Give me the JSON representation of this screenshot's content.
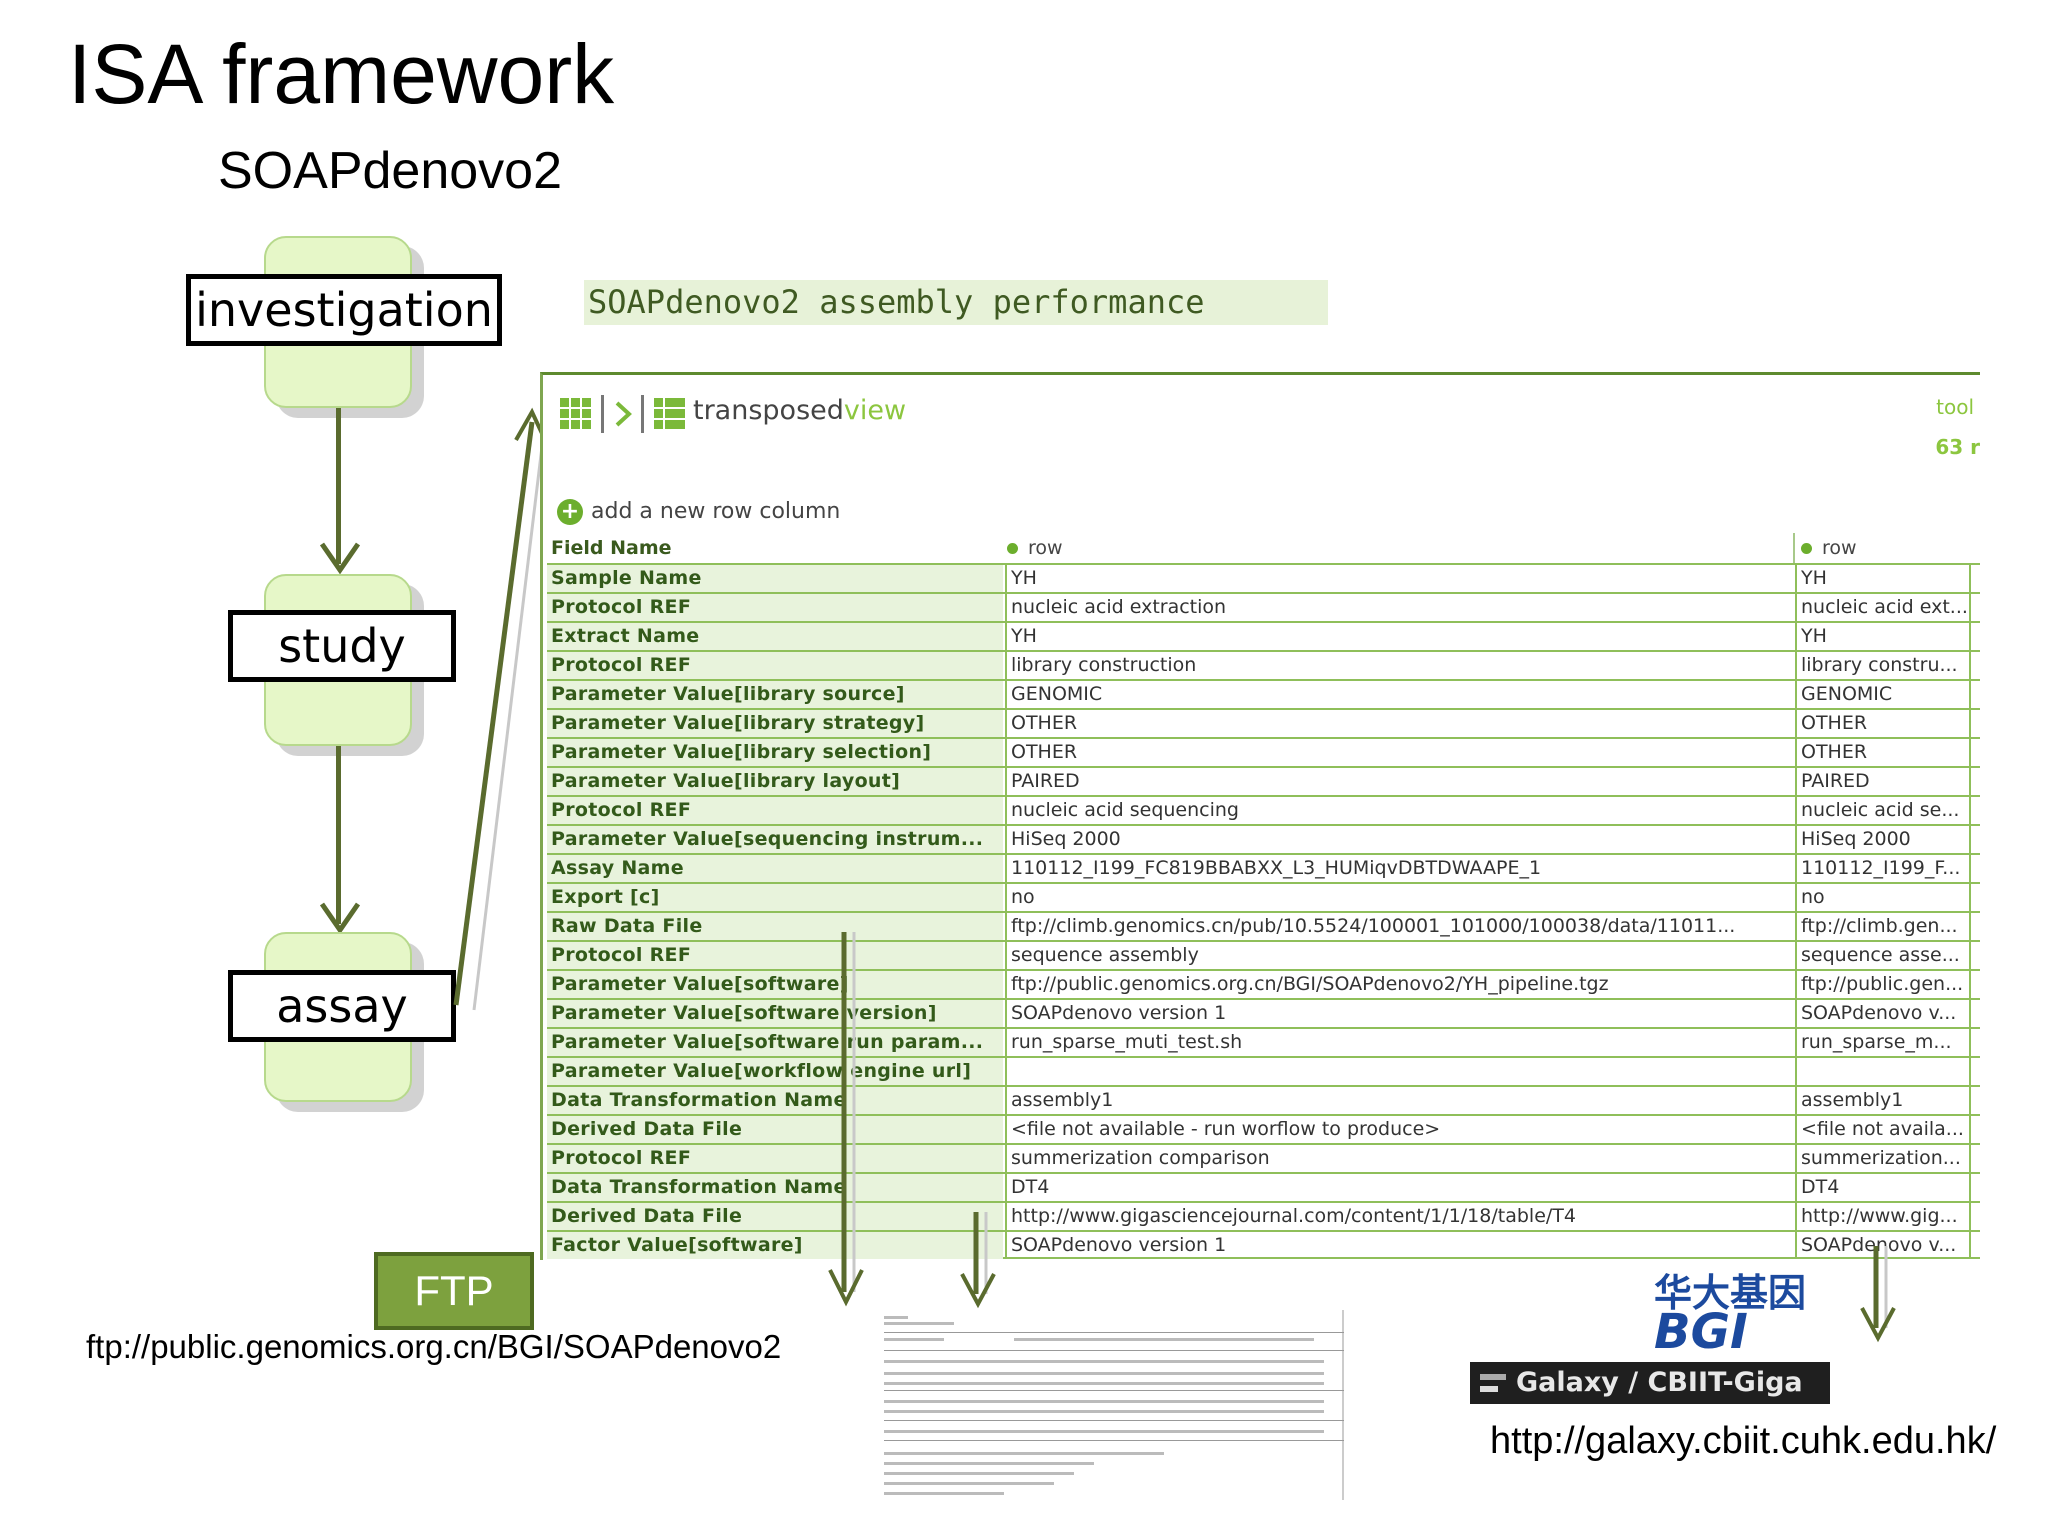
{
  "slide": {
    "title": "ISA framework",
    "subtitle": "SOAPdenovo2"
  },
  "isa": {
    "investigation": "investigation",
    "study": "study",
    "assay": "assay"
  },
  "table_title": "SOAPdenovo2 assembly performance",
  "app": {
    "view_name_prefix": "transposed",
    "view_name_accent": "view",
    "tool_link": "tool",
    "rows_count": "63 r",
    "add_row_label": "add a new row column",
    "header": {
      "field_name": "Field Name",
      "row1": "row",
      "row2": "row"
    },
    "rows": [
      {
        "field": "Sample Name",
        "v1": "YH",
        "v2": "YH"
      },
      {
        "field": "Protocol REF",
        "v1": "nucleic acid extraction",
        "v2": "nucleic acid ext..."
      },
      {
        "field": "Extract Name",
        "v1": "YH",
        "v2": "YH"
      },
      {
        "field": "Protocol REF",
        "v1": "library construction",
        "v2": "library constru..."
      },
      {
        "field": "Parameter Value[library source]",
        "v1": "GENOMIC",
        "v2": "GENOMIC"
      },
      {
        "field": "Parameter Value[library strategy]",
        "v1": "OTHER",
        "v2": "OTHER"
      },
      {
        "field": "Parameter Value[library selection]",
        "v1": "OTHER",
        "v2": "OTHER"
      },
      {
        "field": "Parameter Value[library layout]",
        "v1": "PAIRED",
        "v2": "PAIRED"
      },
      {
        "field": "Protocol REF",
        "v1": "nucleic acid sequencing",
        "v2": "nucleic acid se..."
      },
      {
        "field": "Parameter Value[sequencing instrum...",
        "v1": "HiSeq 2000",
        "v2": "HiSeq 2000"
      },
      {
        "field": "Assay Name",
        "v1": "110112_I199_FC819BBABXX_L3_HUMiqvDBTDWAAPE_1",
        "v2": "110112_I199_F..."
      },
      {
        "field": "Export [c]",
        "v1": "no",
        "v2": "no"
      },
      {
        "field": "Raw Data File",
        "v1": "ftp://climb.genomics.cn/pub/10.5524/100001_101000/100038/data/11011...",
        "v2": "ftp://climb.gen..."
      },
      {
        "field": "Protocol REF",
        "v1": "sequence assembly",
        "v2": "sequence asse..."
      },
      {
        "field": "Parameter Value[software]",
        "v1": "ftp://public.genomics.org.cn/BGI/SOAPdenovo2/YH_pipeline.tgz",
        "v2": "ftp://public.gen..."
      },
      {
        "field": "Parameter Value[software version]",
        "v1": "SOAPdenovo version 1",
        "v2": "SOAPdenovo v..."
      },
      {
        "field": "Parameter Value[software run param...",
        "v1": "run_sparse_muti_test.sh",
        "v2": "run_sparse_m..."
      },
      {
        "field": "Parameter Value[workflow engine url]",
        "v1": "",
        "v2": ""
      },
      {
        "field": "Data Transformation Name",
        "v1": "assembly1",
        "v2": "assembly1"
      },
      {
        "field": "Derived Data File",
        "v1": "<file not available - run worflow to produce>",
        "v2": "<file not availa..."
      },
      {
        "field": "Protocol REF",
        "v1": "summerization comparison",
        "v2": "summerization..."
      },
      {
        "field": "Data Transformation Name",
        "v1": "DT4",
        "v2": "DT4"
      },
      {
        "field": "Derived Data File",
        "v1": "http://www.gigasciencejournal.com/content/1/1/18/table/T4",
        "v2": "http://www.gig..."
      },
      {
        "field": "Factor Value[software]",
        "v1": "SOAPdenovo version 1",
        "v2": "SOAPdenovo v..."
      }
    ]
  },
  "ftp": {
    "badge": "FTP",
    "url": "ftp://public.genomics.org.cn/BGI/SOAPdenovo2"
  },
  "galaxy": {
    "logo_chinese": "华大基因",
    "logo_latin": "BGI",
    "bar_label": "Galaxy / CBIIT-Giga",
    "url": "http://galaxy.cbiit.cuhk.edu.hk/"
  },
  "colors": {
    "accent_green": "#8cc63f",
    "header_green": "#335a1a",
    "card_fill": "#e6f7c8"
  }
}
